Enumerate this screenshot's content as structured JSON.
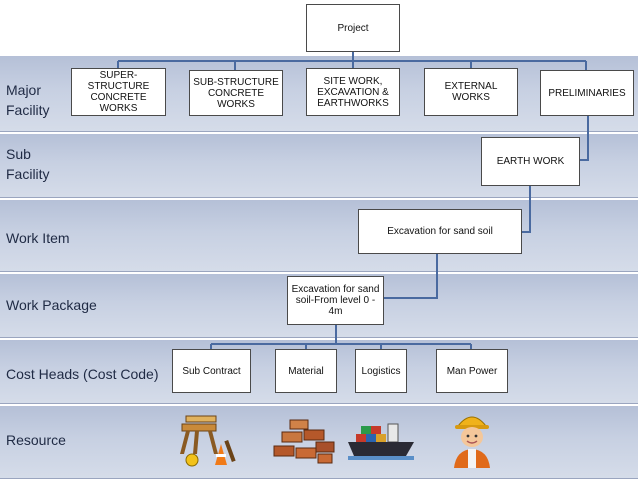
{
  "bands": [
    {
      "id": "major",
      "label": "Major\nFacility"
    },
    {
      "id": "sub",
      "label": "Sub\nFacility"
    },
    {
      "id": "work_item",
      "label": "Work Item"
    },
    {
      "id": "work_package",
      "label": "Work Package"
    },
    {
      "id": "cost_heads",
      "label": "Cost Heads (Cost Code)"
    },
    {
      "id": "resource",
      "label": "Resource"
    }
  ],
  "nodes": {
    "project": "Project",
    "major": [
      "SUPER-STRUCTURE CONCRETE WORKS",
      "SUB-STRUCTURE CONCRETE WORKS",
      "SITE WORK, EXCAVATION & EARTHWORKS",
      "EXTERNAL WORKS",
      "PRELIMINARIES"
    ],
    "sub_facility": "EARTH WORK",
    "work_item": "Excavation for sand soil",
    "work_package": "Excavation for sand soil-From level 0 - 4m",
    "cost_heads": [
      "Sub Contract",
      "Material",
      "Logistics",
      "Man Power"
    ]
  },
  "resources": [
    {
      "icon": "construction-equipment-icon"
    },
    {
      "icon": "bricks-icon"
    },
    {
      "icon": "cargo-ship-icon"
    },
    {
      "icon": "worker-icon"
    }
  ],
  "colors": {
    "band": "#c7d0e2",
    "box_border": "#4a4a4a",
    "line": "#4a6aa0"
  }
}
